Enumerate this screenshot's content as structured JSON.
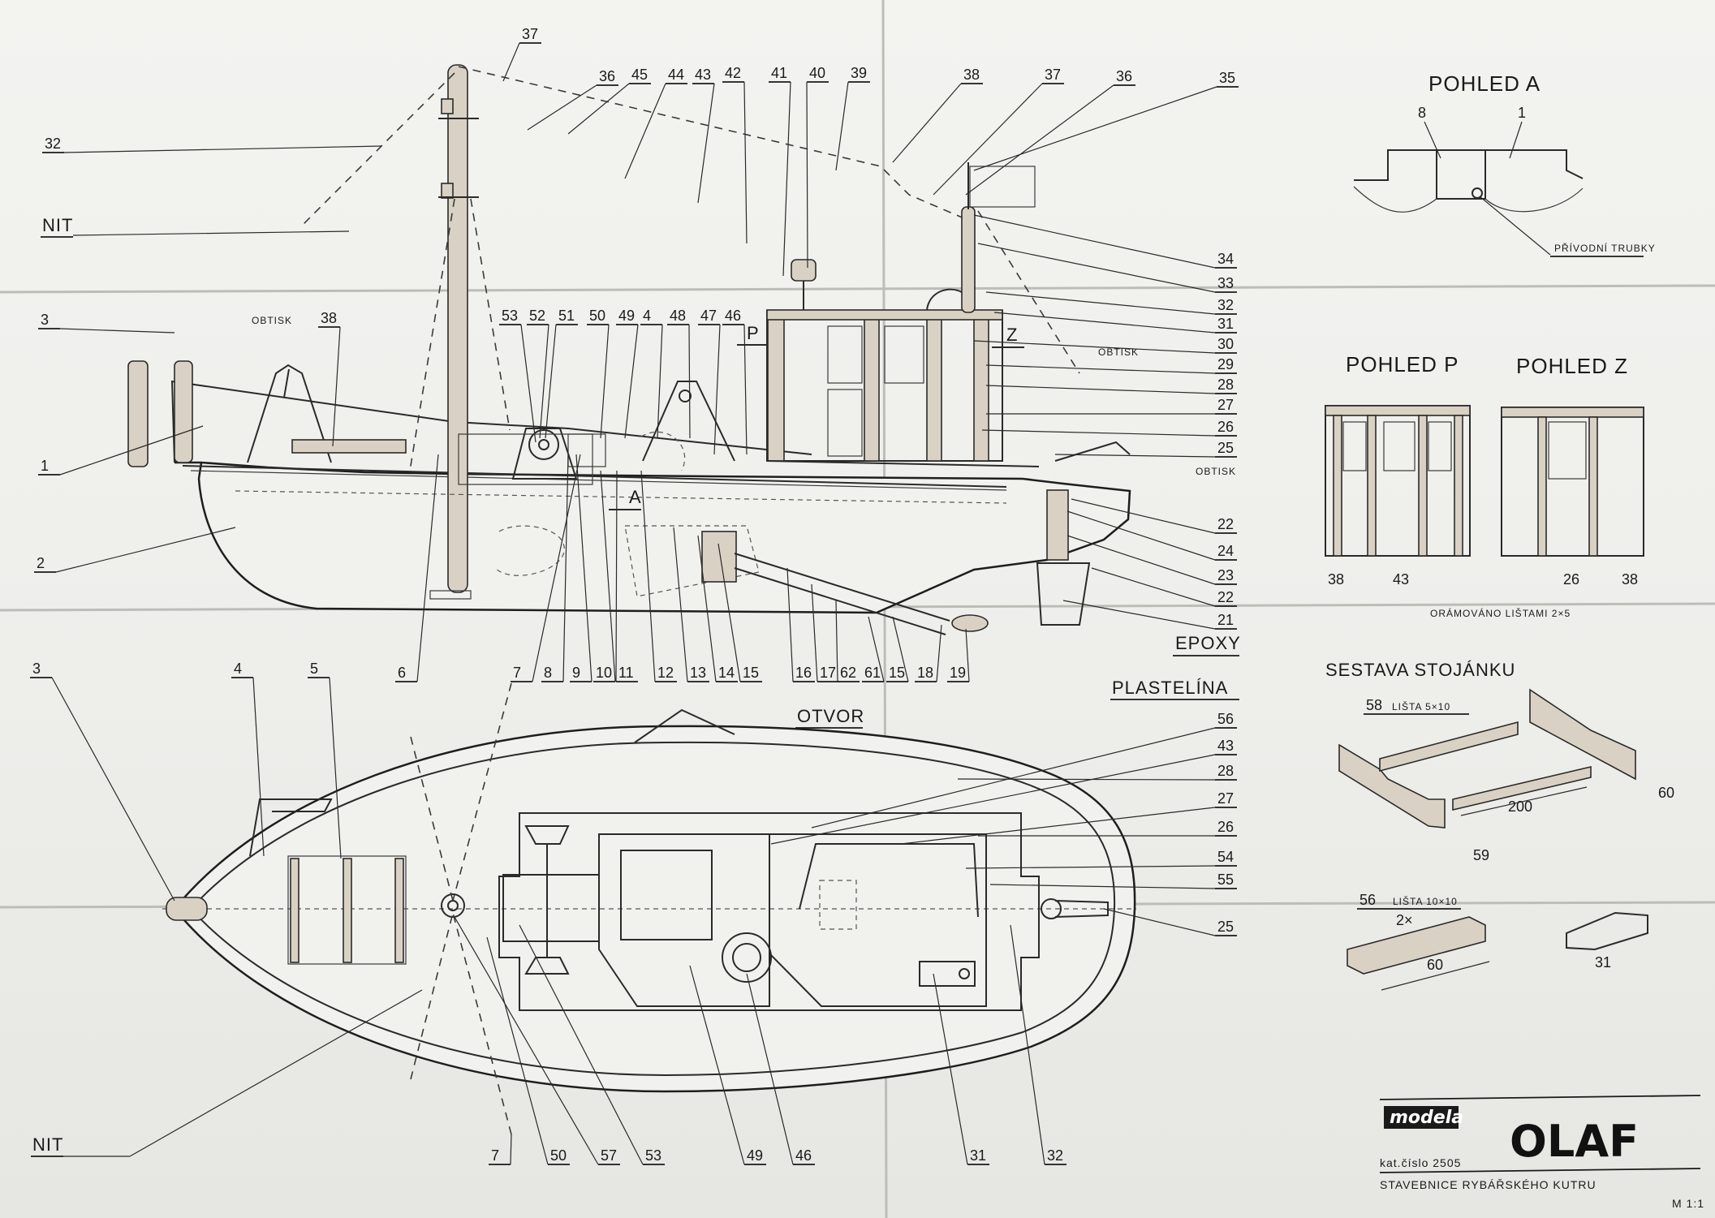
{
  "labels": {
    "nit_top": "NIT",
    "nit_bottom": "NIT",
    "obtisk_1": "OBTISK",
    "obtisk_2": "OBTISK",
    "obtisk_3": "OBTISK",
    "epoxy": "EPOXY",
    "plastelina": "PLASTELÍNA",
    "otvor": "OTVOR",
    "arrow_p": "P",
    "arrow_z": "Z",
    "arrow_a": "A"
  },
  "views": {
    "pohled_a": {
      "title": "POHLED A",
      "num_left": "8",
      "num_right": "1",
      "note": "PŘÍVODNÍ TRUBKY"
    },
    "pohled_p": {
      "title": "POHLED P",
      "num_left": "38",
      "num_right": "43"
    },
    "pohled_z": {
      "title": "POHLED Z",
      "num_left": "26",
      "num_right": "38"
    },
    "frame_note": "ORÁMOVÁNO LIŠTAMI 2×5"
  },
  "stand": {
    "title": "SESTAVA STOJÁNKU",
    "part58": "58",
    "part58_label": "LIŠTA 5×10",
    "dim_200": "200",
    "part59": "59",
    "part60": "60",
    "part56": "56",
    "part56_label": "LIŠTA 10×10",
    "qty": "2×",
    "dim_60": "60",
    "part31": "31"
  },
  "title_block": {
    "brand": "modela",
    "name": "OLAF",
    "catalog": "kat.číslo 2505",
    "subtitle": "STAVEBNICE RYBÁŘSKÉHO KUTRU",
    "sheet": "M 1:1"
  },
  "part_numbers": {
    "side_top": [
      "37",
      "36",
      "45",
      "44",
      "43",
      "42",
      "41",
      "40",
      "39",
      "38",
      "37",
      "36",
      "35"
    ],
    "side_left": [
      "32",
      "3",
      "38",
      "1",
      "2"
    ],
    "side_mid": [
      "53",
      "52",
      "51",
      "50",
      "49",
      "4",
      "48",
      "47",
      "46"
    ],
    "side_right": [
      "34",
      "33",
      "32",
      "31",
      "30",
      "29",
      "28",
      "27",
      "26",
      "25",
      "22",
      "24",
      "23",
      "22",
      "21"
    ],
    "side_bottom": [
      "6",
      "7",
      "8",
      "9",
      "10",
      "11",
      "12",
      "13",
      "14",
      "15",
      "16",
      "17",
      "62",
      "61",
      "15",
      "18",
      "19"
    ],
    "plan_left": [
      "3",
      "4",
      "5"
    ],
    "plan_right": [
      "56",
      "43",
      "28",
      "27",
      "26",
      "54",
      "55",
      "25"
    ],
    "plan_bottom": [
      "7",
      "50",
      "57",
      "53",
      "49",
      "46",
      "31",
      "32"
    ]
  }
}
